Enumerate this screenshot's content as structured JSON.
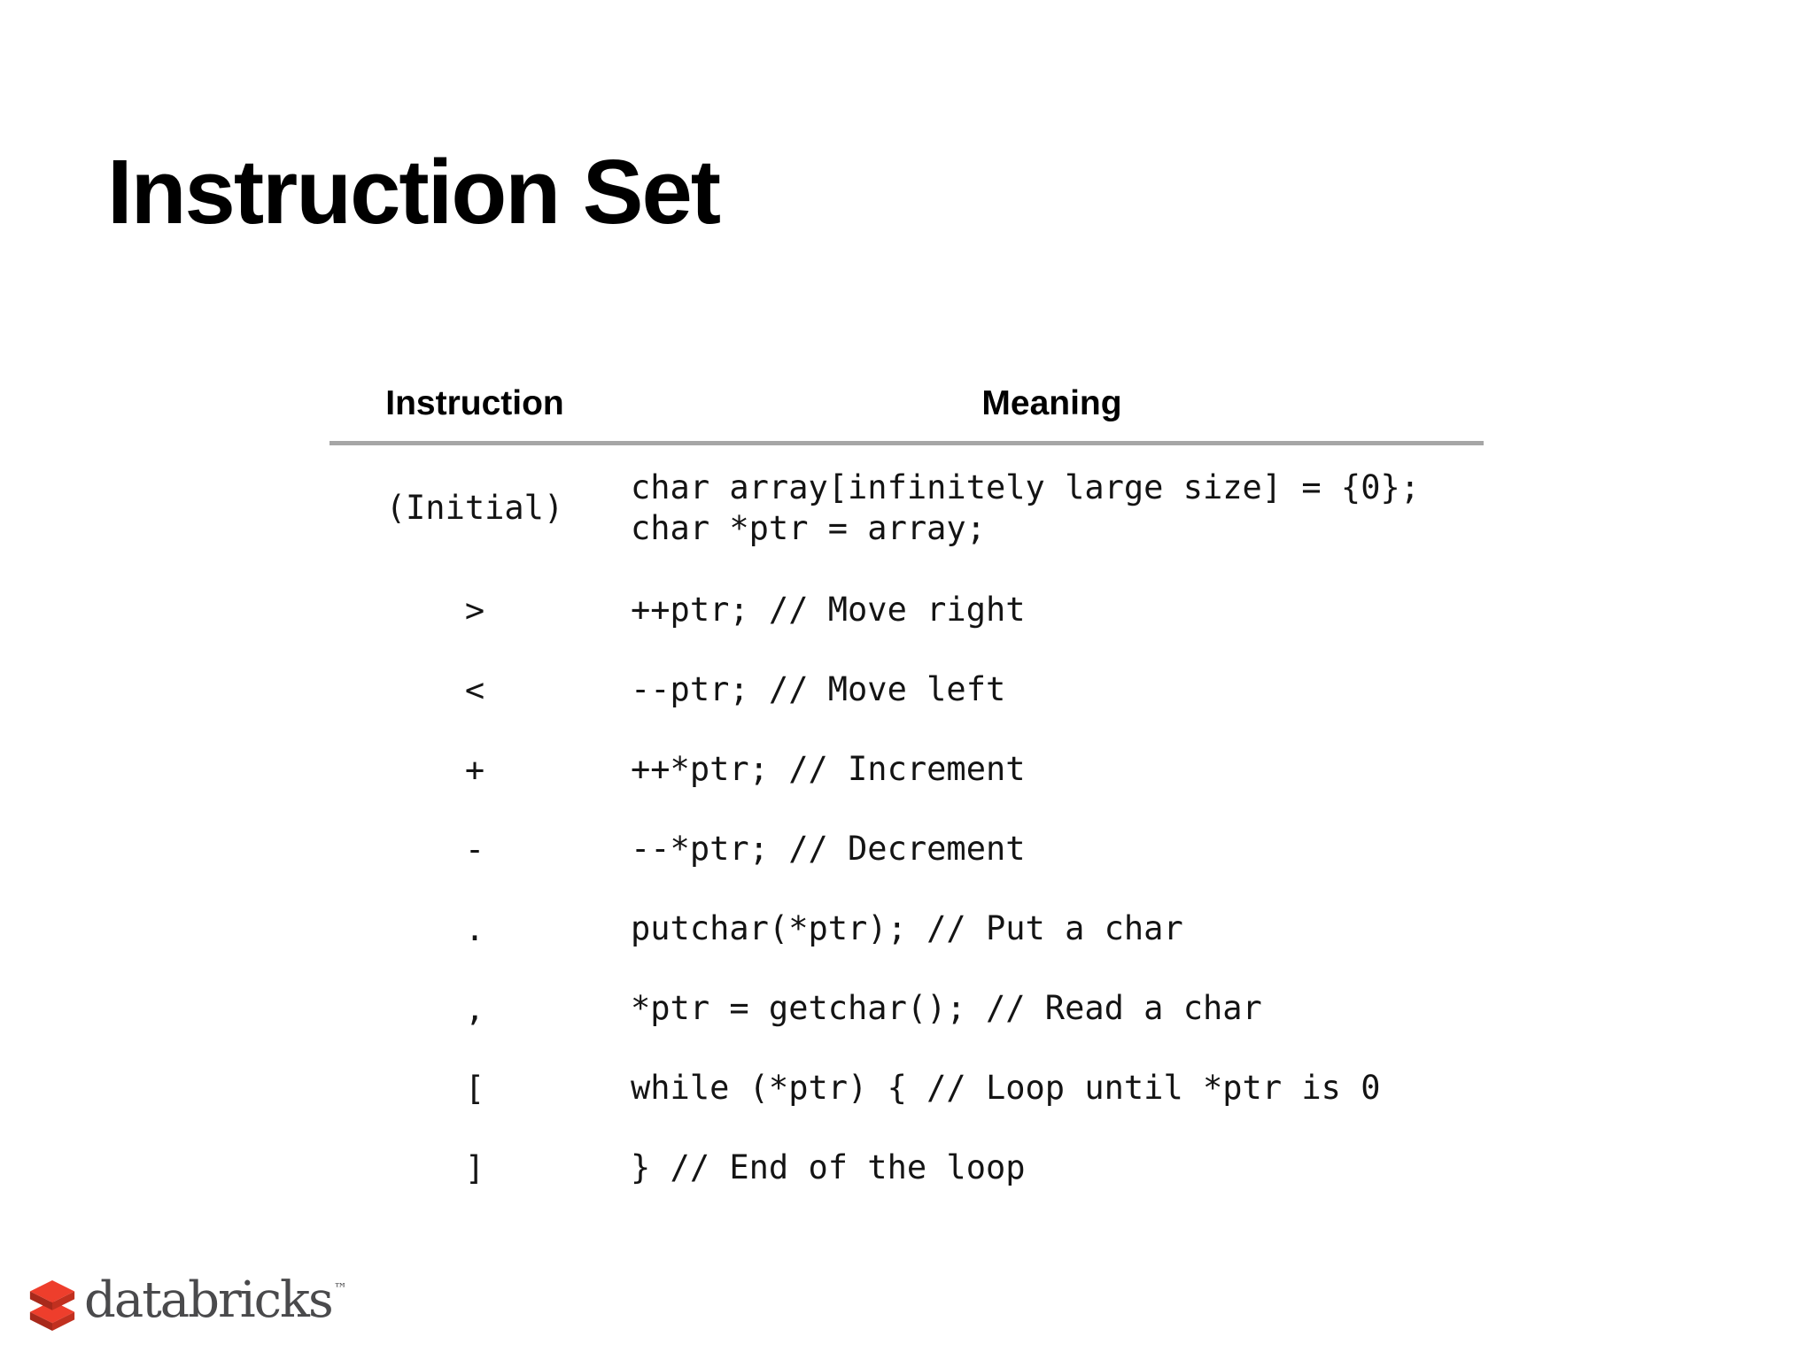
{
  "slide": {
    "title": "Instruction Set"
  },
  "table": {
    "headers": [
      "Instruction",
      "Meaning"
    ],
    "rows": [
      {
        "instruction": "(Initial)",
        "meaning_lines": [
          "char array[infinitely large size] = {0};",
          "char *ptr = array;"
        ]
      },
      {
        "instruction": ">",
        "meaning_lines": [
          "++ptr; // Move right"
        ]
      },
      {
        "instruction": "<",
        "meaning_lines": [
          "--ptr; // Move left"
        ]
      },
      {
        "instruction": "+",
        "meaning_lines": [
          "++*ptr; // Increment"
        ]
      },
      {
        "instruction": "-",
        "meaning_lines": [
          "--*ptr; // Decrement"
        ]
      },
      {
        "instruction": ".",
        "meaning_lines": [
          "putchar(*ptr); // Put a char"
        ]
      },
      {
        "instruction": ",",
        "meaning_lines": [
          "*ptr = getchar(); // Read a char"
        ]
      },
      {
        "instruction": "[",
        "meaning_lines": [
          "while (*ptr) { // Loop until *ptr is 0"
        ]
      },
      {
        "instruction": "]",
        "meaning_lines": [
          "} // End of the loop"
        ]
      }
    ]
  },
  "footer": {
    "logo_text": "databricks",
    "trademark": "™"
  },
  "colors": {
    "brick_top": "#ee3e2c",
    "brick_side_left": "#a8291b",
    "brick_side_right": "#c1301f",
    "rule_gray": "#a6a6a6",
    "wordmark_gray": "#4a4a4c",
    "text_black": "#000000"
  }
}
